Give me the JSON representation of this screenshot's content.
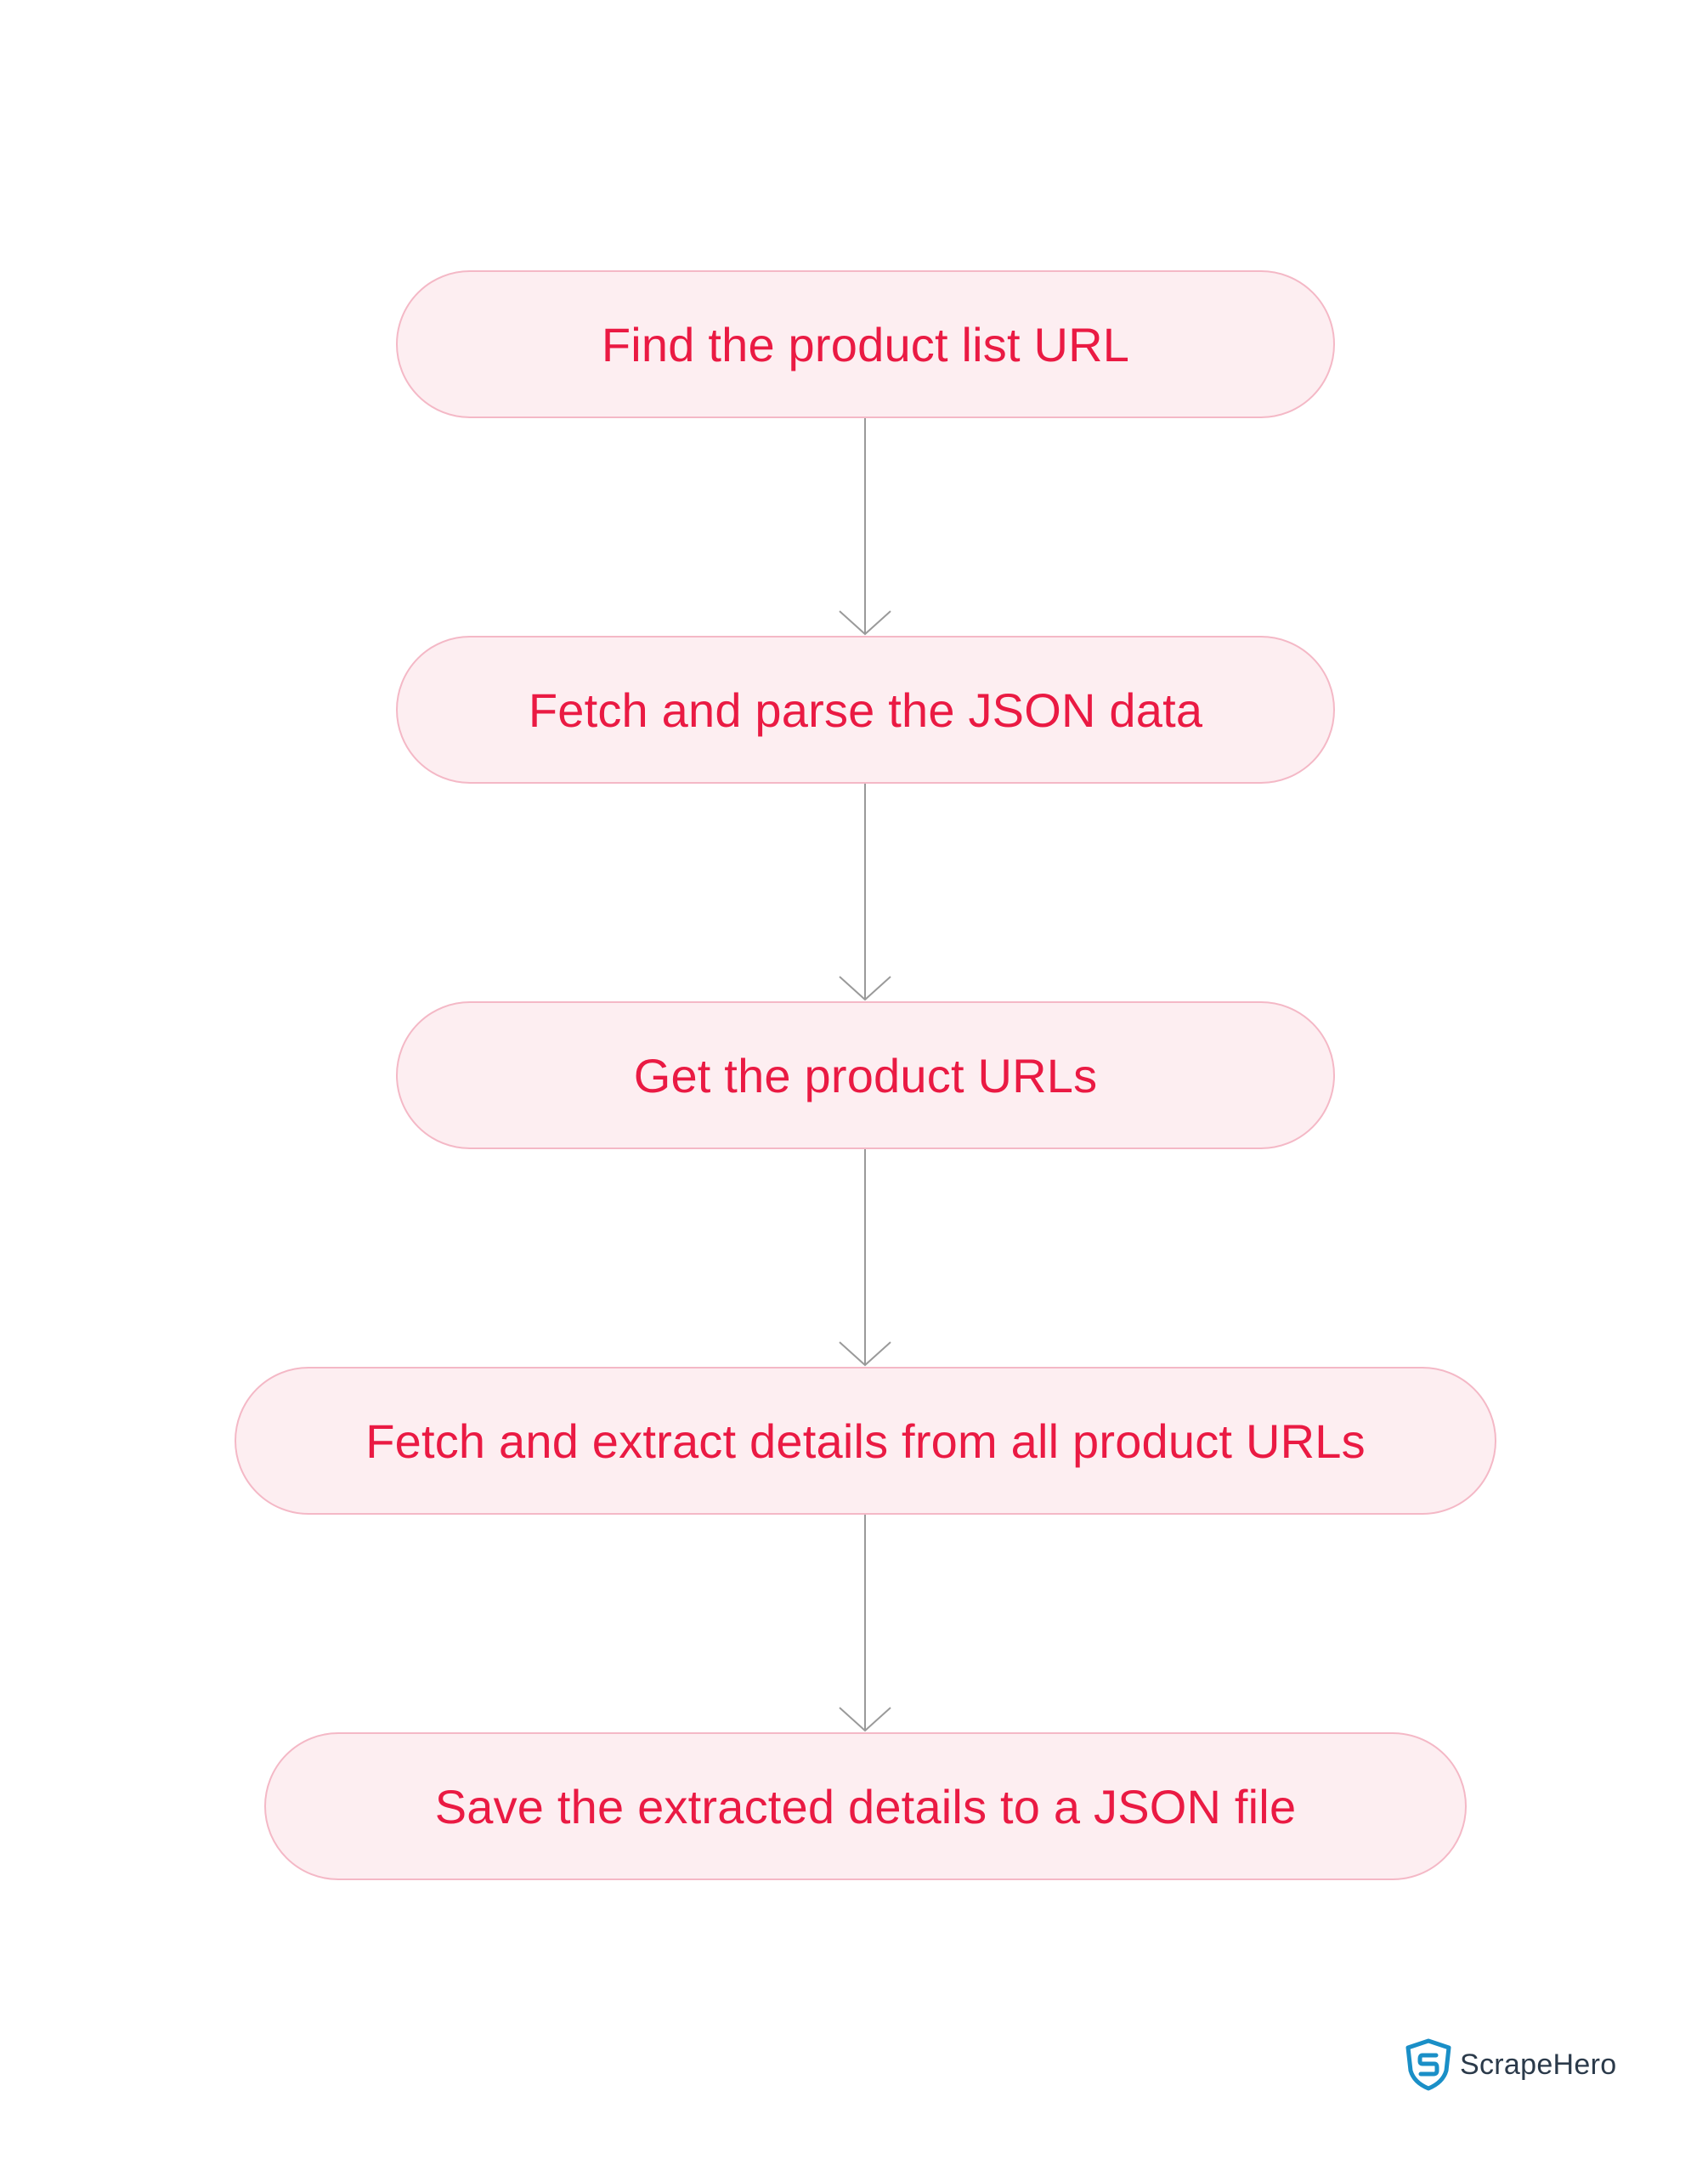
{
  "steps": [
    {
      "label": "Find the product list URL"
    },
    {
      "label": "Fetch and parse the JSON data"
    },
    {
      "label": "Get the product URLs"
    },
    {
      "label": "Fetch and extract details from all product URLs"
    },
    {
      "label": "Save the extracted details to a JSON file"
    }
  ],
  "logo": {
    "text": "ScrapeHero",
    "icon": "shield-s-icon"
  },
  "colors": {
    "step_fill": "#fdeef1",
    "step_border": "#f4b8c6",
    "step_text": "#ea1a43",
    "arrow": "#9a9a9a",
    "logo_icon": "#1a8fc7",
    "logo_text": "#2b3a4a"
  }
}
